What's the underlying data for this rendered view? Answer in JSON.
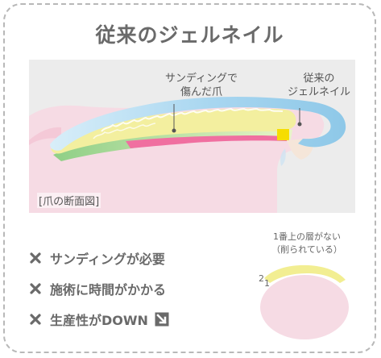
{
  "title": "従来のジェルネイル",
  "diagram": {
    "label_sanding": "サンディングで\n傷んだ爪",
    "label_conventional": "従来の\nジェルネイル",
    "caption": "[爪の断面図]"
  },
  "items": [
    {
      "text": "サンディングが必要",
      "icon": "x-icon"
    },
    {
      "text": "施術に時間がかかる",
      "icon": "x-icon"
    },
    {
      "text": "生産性がDOWN",
      "icon": "x-icon",
      "suffix_icon": "down-right-arrow-icon"
    }
  ],
  "detail": {
    "note": "1番上の層がない\n（削られている）",
    "layer_2": "2",
    "layer_1": "1"
  },
  "colors": {
    "background_panel": "#ececec",
    "skin": "#f6dbe4",
    "gel_blue": "#a9d7f0",
    "yellow_nail": "#f3ef9f",
    "accent_yellow": "#f6dd00",
    "green_band": "#b7e0a8",
    "pink_band": "#f06fa0",
    "text": "#6a6a6a"
  }
}
